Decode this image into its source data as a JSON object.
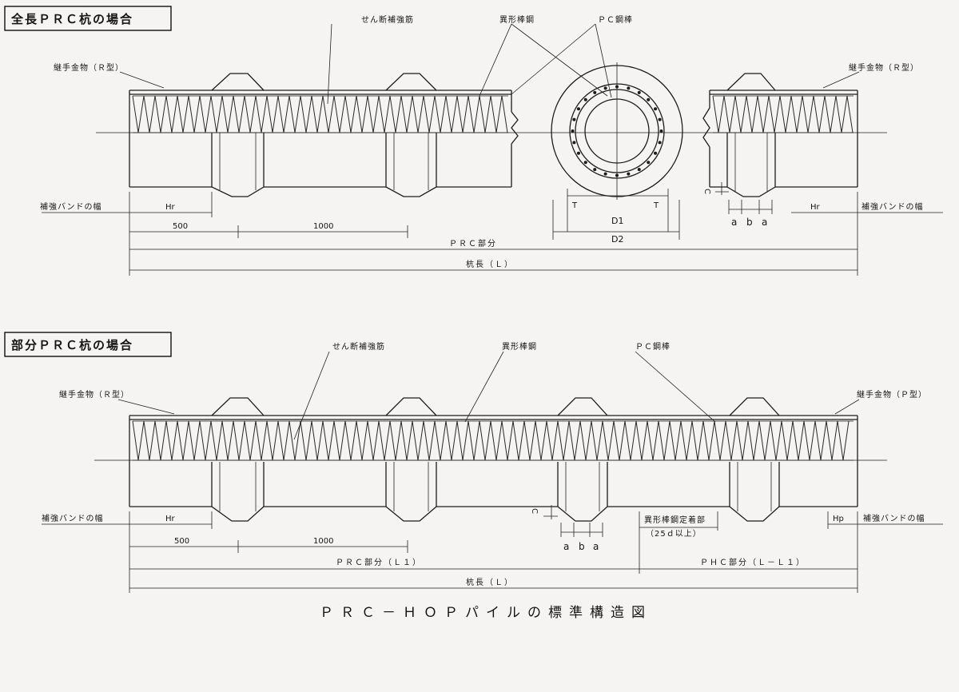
{
  "section1": {
    "title": "全長ＰＲＣ杭の場合",
    "labels": {
      "shear": "せん断補強筋",
      "deformed": "異形棒鋼",
      "pc": "ＰＣ鋼棒",
      "joint_left": "継手金物（Ｒ型）",
      "joint_right": "継手金物（Ｒ型）",
      "band_left": "補強バンドの幅",
      "band_right": "補強バンドの幅",
      "hr_left": "Hr",
      "hr_right": "Hr",
      "dim_500": "500",
      "dim_1000": "1000",
      "prc_part": "ＰＲＣ部分",
      "pile_length": "杭長（Ｌ）",
      "T_left": "T",
      "T_right": "T",
      "D1": "D1",
      "D2": "D2",
      "C": "C",
      "a1": "a",
      "b": "b",
      "a2": "a"
    }
  },
  "section2": {
    "title": "部分ＰＲＣ杭の場合",
    "labels": {
      "shear": "せん断補強筋",
      "deformed": "異形棒鋼",
      "pc": "ＰＣ鋼棒",
      "joint_left": "継手金物（Ｒ型）",
      "joint_right": "継手金物（Ｐ型）",
      "band_left": "補強バンドの幅",
      "band_right": "補強バンドの幅",
      "hr": "Hr",
      "hp": "Hp",
      "dim_500": "500",
      "dim_1000": "1000",
      "anchor": "異形棒鋼定着部",
      "anchor_len": "（25ｄ以上）",
      "prc_part": "ＰＲＣ部分（Ｌ１）",
      "phc_part": "ＰＨＣ部分（Ｌ－Ｌ１）",
      "pile_length": "杭長（Ｌ）",
      "C": "C",
      "a1": "a",
      "b": "b",
      "a2": "a"
    }
  },
  "caption": "ＰＲＣ－ＨＯＰパイルの標準構造図"
}
